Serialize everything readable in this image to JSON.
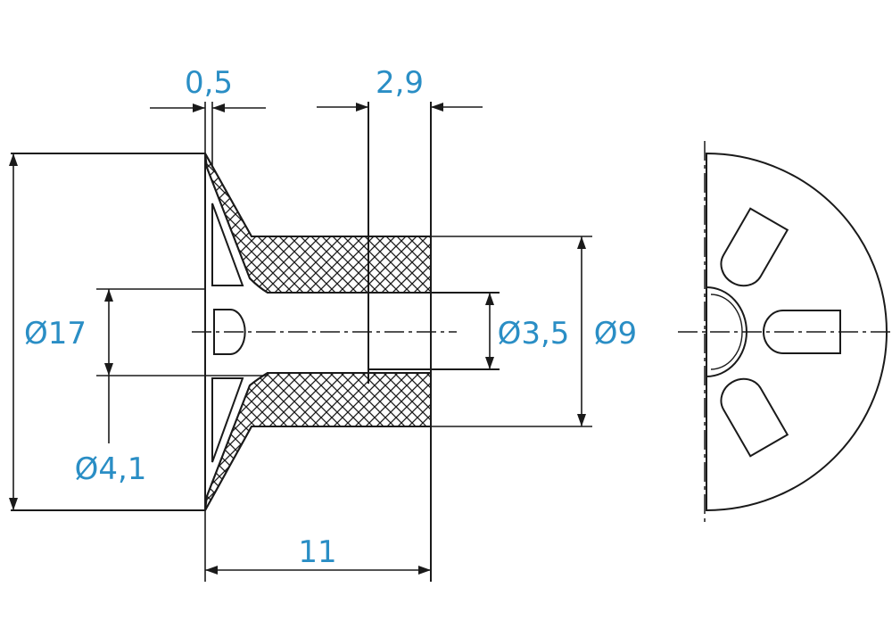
{
  "colors": {
    "line": "#1a1a1a",
    "dimension_text": "#2a8ec5",
    "background": "#ffffff"
  },
  "dimensions": {
    "thickness": "0,5",
    "flange": "2,9",
    "length": "11",
    "outer_diameter": "Ø17",
    "hole_diameter": "Ø4,1",
    "inner_diameter": "Ø3,5",
    "body_diameter": "Ø9"
  }
}
